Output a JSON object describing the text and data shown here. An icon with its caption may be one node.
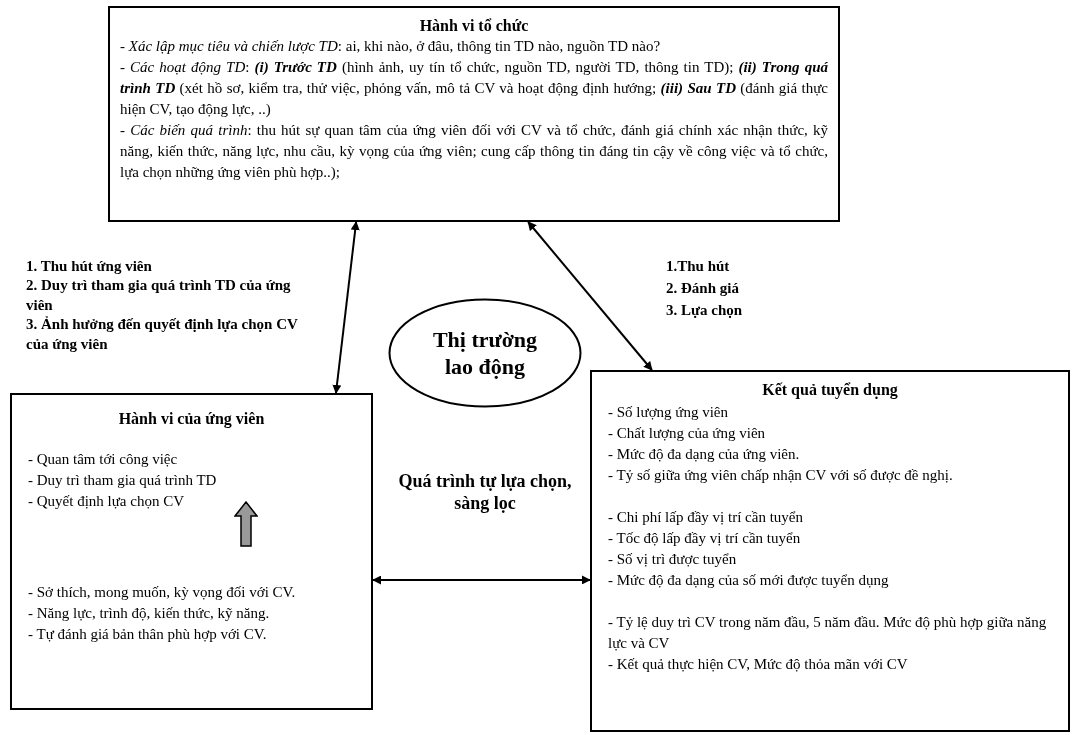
{
  "diagram": {
    "nodes": [
      {
        "text": [
          "Hành vi tổ chức",
          "- *Xác lập mục tiêu và chiến lược TD*: ai, khi nào, ở đâu, thông tin TD nào, nguồn TD nào?",
          "- *Các hoạt động TD*: **(i) Trước TD** (hình ảnh, uy tín tổ chức, nguồn TD, người TD, thông tin TD); **(ii) Trong quá trình TD** (xét hồ sơ, kiểm tra, thử việc, phỏng vấn, mô tả CV và hoạt động định hướng; **(iii) Sau TD** (đánh giá thực hiện CV, tạo động lực, ..)",
          "- *Các biến quá trình*: thu hút sự quan tâm của ứng viên đối với CV và tổ chức, đánh giá chính xác nhận thức, kỹ năng, kiến thức, năng lực, nhu cầu, kỳ vọng của ứng viên; cung cấp thông tin đáng tin cậy về công việc và tổ chức, lựa chọn những ứng viên phù hợp..);"
        ]
      },
      {
        "text": [
          "Hành vi của ứng viên",
          "- Quan tâm tới công việc",
          "- Duy trì tham gia quá trình TD",
          "- Quyết định lựa chọn CV",
          "- Sở thích, mong muốn, kỳ vọng đối với CV.",
          "- Năng lực, trình độ, kiến thức, kỹ năng.",
          "- Tự đánh giá bản thân phù hợp với CV."
        ]
      },
      {
        "text": [
          "Thị trường lao động"
        ]
      },
      {
        "text": [
          "Kết quả tuyển dụng",
          "- Số lượng ứng viên",
          "- Chất lượng của ứng viên",
          "- Mức độ đa dạng của ứng viên.",
          "- Tỷ số giữa ứng viên chấp nhận CV với số được đề nghị.",
          "- Chi phí lấp đầy vị trí cần tuyển",
          "- Tốc độ lấp đầy vị trí cần tuyển",
          "- Số vị trì được tuyển",
          "- Mức độ đa dạng của số mới được tuyển dụng",
          "- Tỷ lệ duy trì CV trong năm đầu, 5 năm đầu. Mức độ phù hợp giữa năng lực và CV",
          "- Kết quả thực hiện CV, Mức độ thỏa mãn với CV"
        ]
      }
    ],
    "edges": [
      {
        "from": 0,
        "to": 1,
        "arrow": "both"
      },
      {
        "from": 0,
        "to": 3,
        "arrow": "both"
      },
      {
        "from": 1,
        "to": 3,
        "arrow": "both"
      }
    ],
    "labels": [
      "1. Thu hút ứng viên",
      "2. Duy trì tham gia quá trình TD của ứng viên",
      "3. Ảnh hưởng đến quyết định lựa chọn CV của ứng viên",
      "1.Thu hút",
      "2. Đánh giá",
      "3. Lựa chọn",
      "Quá trình tự lựa chọn, sàng lọc"
    ]
  }
}
